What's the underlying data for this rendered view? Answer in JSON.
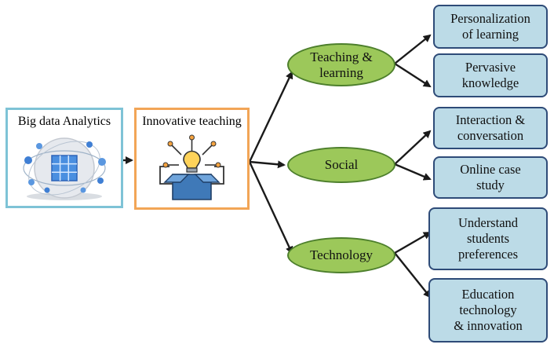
{
  "source": {
    "title": "Big data Analytics",
    "icon": "big-data-network-globe"
  },
  "process": {
    "title": "Innovative teaching",
    "icon": "lightbulb-box"
  },
  "categories": [
    {
      "label": "Teaching &\nlearning"
    },
    {
      "label": "Social"
    },
    {
      "label": "Technology"
    }
  ],
  "outcomes": [
    {
      "label": "Personalization\nof learning"
    },
    {
      "label": "Pervasive\nknowledge"
    },
    {
      "label": "Interaction &\nconversation"
    },
    {
      "label": "Online case\nstudy"
    },
    {
      "label": "Understand\nstudents\npreferences"
    },
    {
      "label": "Education\ntechnology\n& innovation"
    }
  ],
  "colors": {
    "source_border": "#7ec3d6",
    "process_border": "#f2a556",
    "oval_fill": "#9cc85a",
    "oval_border": "#4d7f2c",
    "leaf_fill": "#bcdbe7",
    "leaf_border": "#2e4b78",
    "arrow": "#1a1a1a"
  }
}
